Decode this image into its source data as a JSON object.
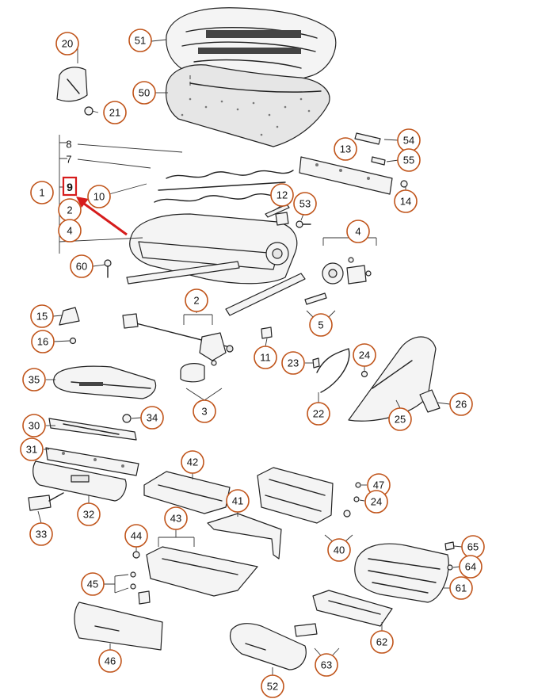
{
  "diagram": {
    "highlight_color": "#d61c1c",
    "callout_color": "#c0541a",
    "highlighted_label": "9",
    "callouts": [
      "1",
      "2",
      "2",
      "3",
      "4",
      "4",
      "5",
      "8",
      "7",
      "9",
      "10",
      "11",
      "12",
      "13",
      "14",
      "15",
      "16",
      "20",
      "21",
      "22",
      "23",
      "24",
      "24",
      "25",
      "26",
      "30",
      "31",
      "32",
      "33",
      "34",
      "35",
      "40",
      "41",
      "42",
      "43",
      "44",
      "45",
      "46",
      "47",
      "50",
      "51",
      "52",
      "53",
      "54",
      "55",
      "60",
      "61",
      "62",
      "63",
      "64",
      "65"
    ]
  }
}
